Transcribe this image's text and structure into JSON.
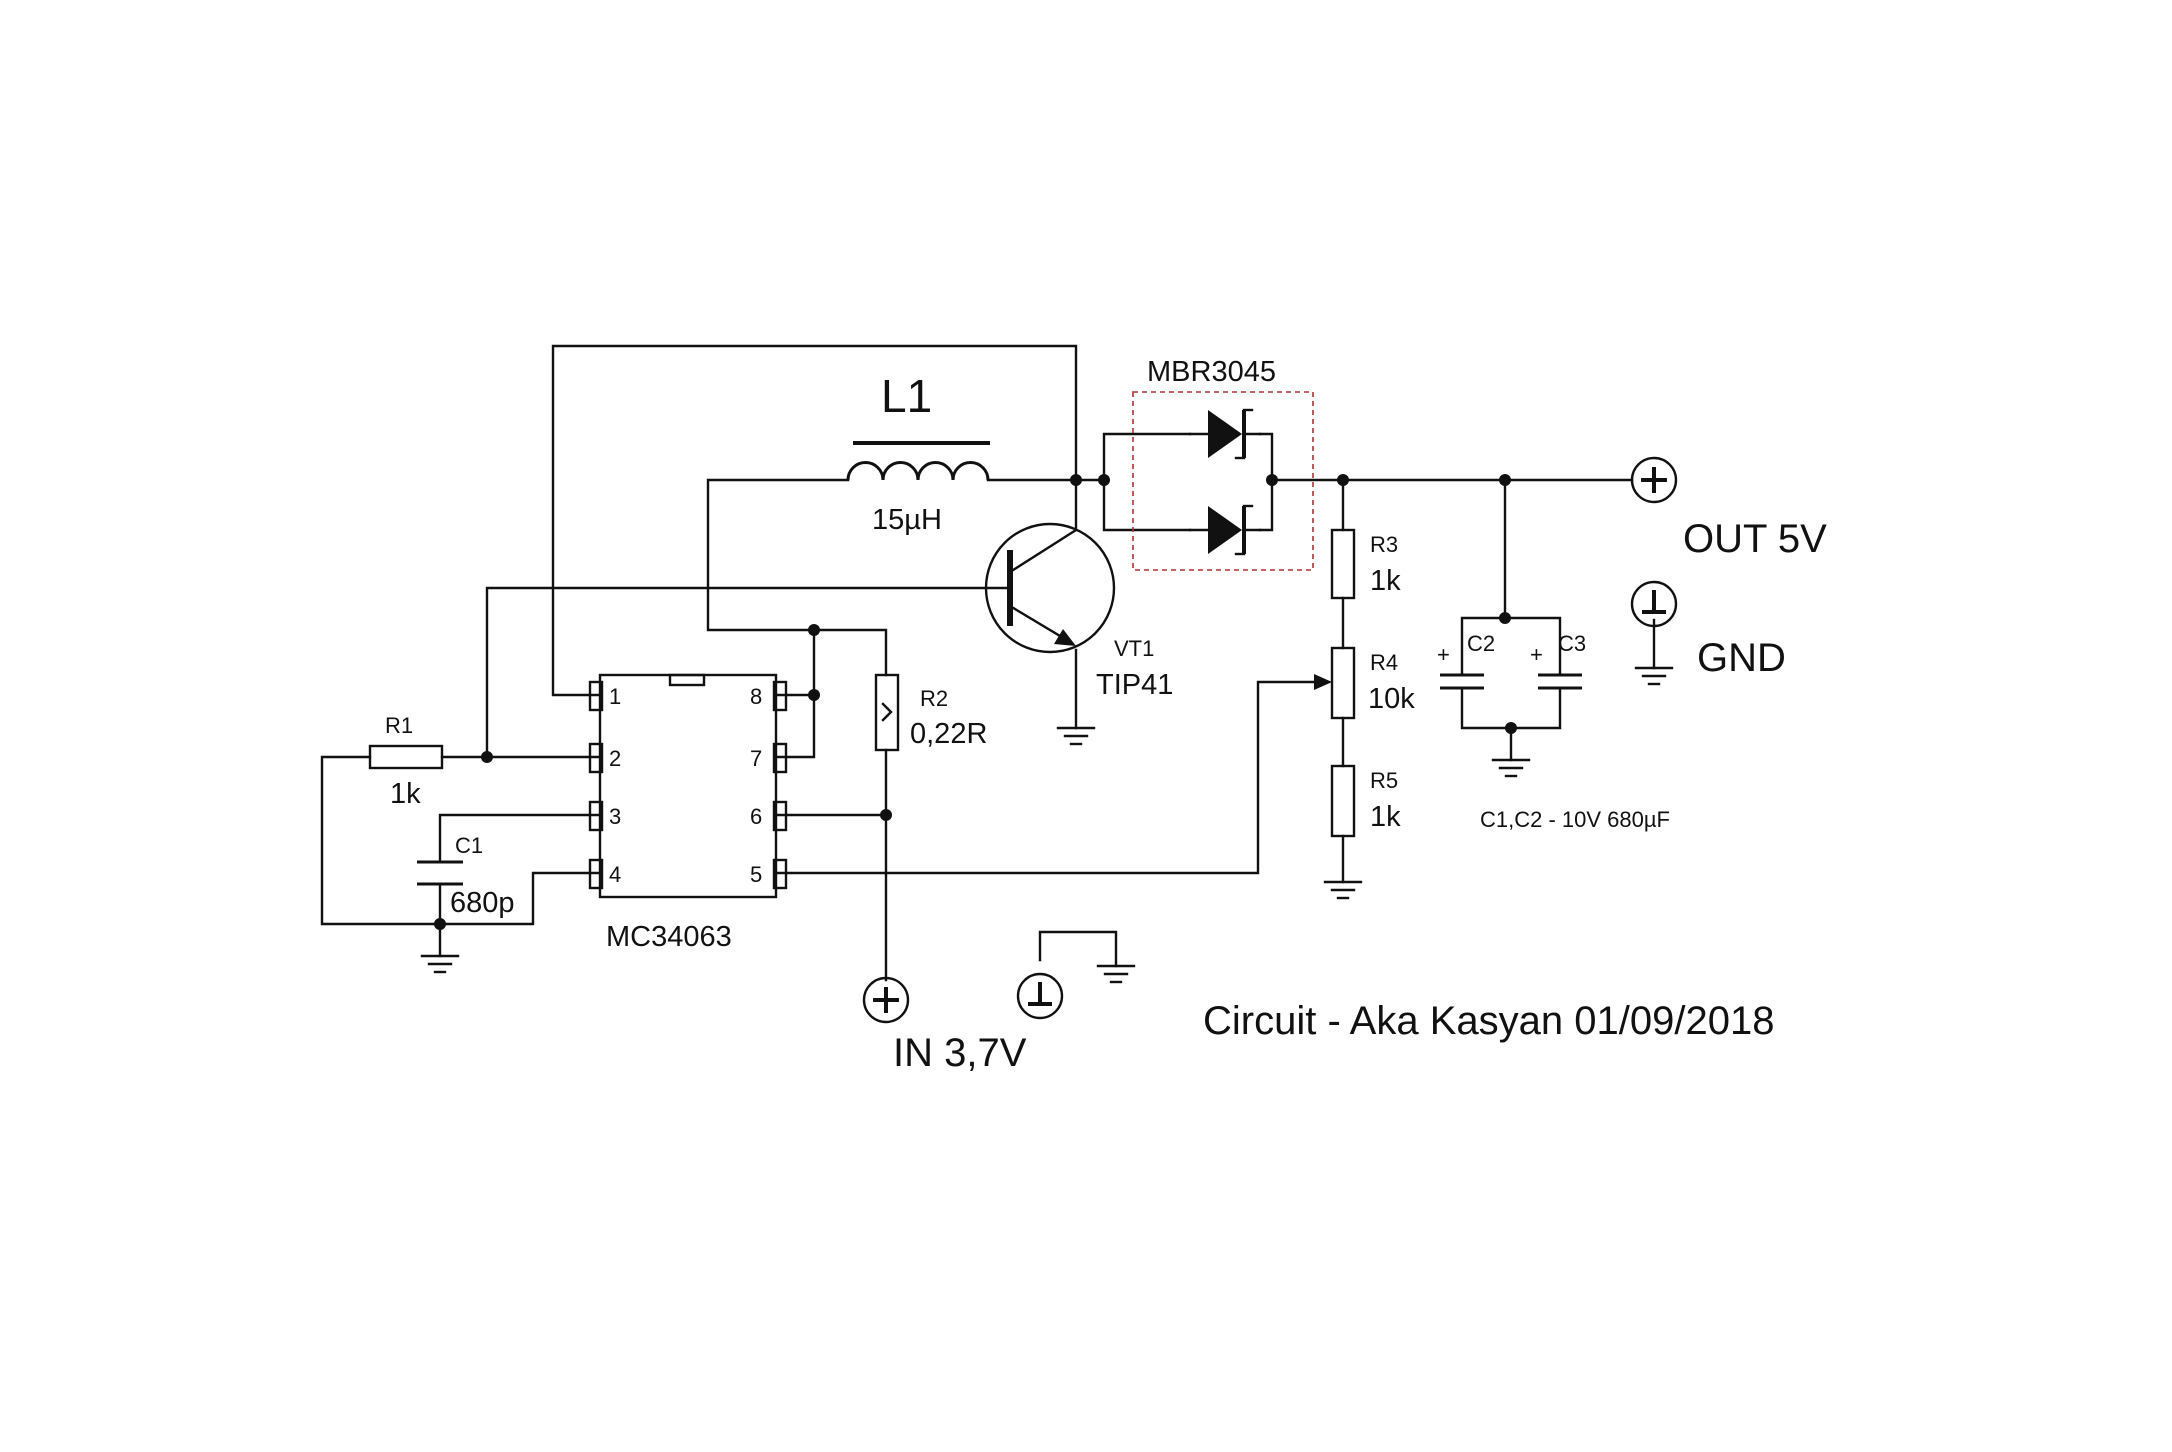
{
  "title": "MBR3045",
  "inductor": {
    "ref": "L1",
    "value": "15µH"
  },
  "transistor": {
    "ref": "VT1",
    "value": "TIP41"
  },
  "ic": {
    "name": "MC34063",
    "pins_left": [
      "1",
      "2",
      "3",
      "4"
    ],
    "pins_right": [
      "8",
      "7",
      "6",
      "5"
    ]
  },
  "resistors": {
    "r1": {
      "ref": "R1",
      "value": "1k"
    },
    "r2": {
      "ref": "R2",
      "value": "0,22R"
    },
    "r3": {
      "ref": "R3",
      "value": "1k"
    },
    "r4": {
      "ref": "R4",
      "value": "10k"
    },
    "r5": {
      "ref": "R5",
      "value": "1k"
    }
  },
  "capacitors": {
    "c1": {
      "ref": "C1",
      "value": "680p"
    },
    "c2": {
      "ref": "C2",
      "polarity": "+"
    },
    "c3": {
      "ref": "C3",
      "polarity": "+"
    },
    "note": "C1,C2 -  10V 680µF"
  },
  "terminals": {
    "out_label": "OUT 5V",
    "gnd_label": "GND",
    "in_label": "IN 3,7V"
  },
  "credit": "Circuit - Aka Kasyan 01/09/2018",
  "colors": {
    "line": "#111111",
    "diode_box": "#b03030",
    "background": "#ffffff"
  }
}
